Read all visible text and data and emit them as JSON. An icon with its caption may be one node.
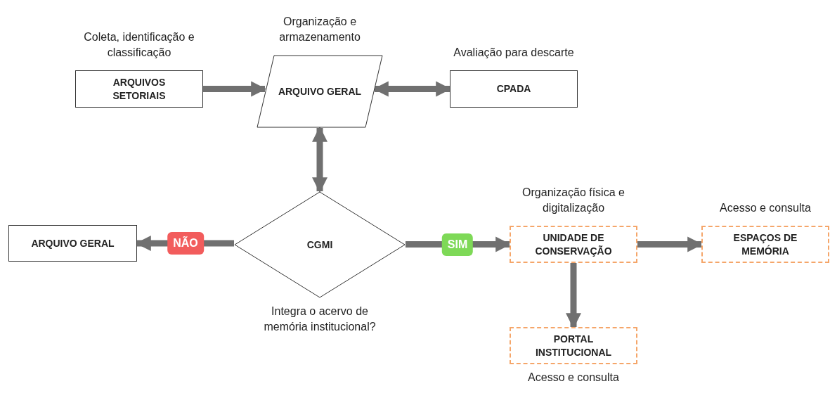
{
  "diagram": {
    "nodes": [
      {
        "text": [
          "ARQUIVOS SETORIAIS"
        ],
        "beside": [
          "Coleta, identificação e classificação"
        ]
      },
      {
        "text": [
          "ARQUIVO GERAL"
        ],
        "beside": [
          "Organização e armazenamento"
        ]
      },
      {
        "text": [
          "CPADA"
        ],
        "beside": [
          "Avaliação para descarte"
        ]
      },
      {
        "text": [
          "CGMI"
        ],
        "beside": [
          "Integra o acervo de memória institucional?"
        ]
      },
      {
        "text": [
          "ARQUIVO GERAL"
        ]
      },
      {
        "text": [
          "UNIDADE DE CONSERVAÇÃO"
        ],
        "beside": [
          "Organização física e digitalização"
        ]
      },
      {
        "text": [
          "ESPAÇOS DE MEMÓRIA"
        ],
        "beside": [
          "Acesso e consulta"
        ]
      },
      {
        "text": [
          "PORTAL INSTITUCIONAL"
        ],
        "beside": [
          "Acesso e consulta"
        ]
      }
    ],
    "edges": [
      {
        "from": 0,
        "to": 1,
        "arrow": "to"
      },
      {
        "from": 1,
        "to": 2,
        "arrow": "both"
      },
      {
        "from": 1,
        "to": 3,
        "arrow": "both"
      },
      {
        "from": 3,
        "to": 4,
        "arrow": "to",
        "label": "NÃO"
      },
      {
        "from": 3,
        "to": 5,
        "arrow": "to",
        "label": "SIM"
      },
      {
        "from": 5,
        "to": 6,
        "arrow": "to"
      },
      {
        "from": 5,
        "to": 7,
        "arrow": "to"
      }
    ]
  }
}
